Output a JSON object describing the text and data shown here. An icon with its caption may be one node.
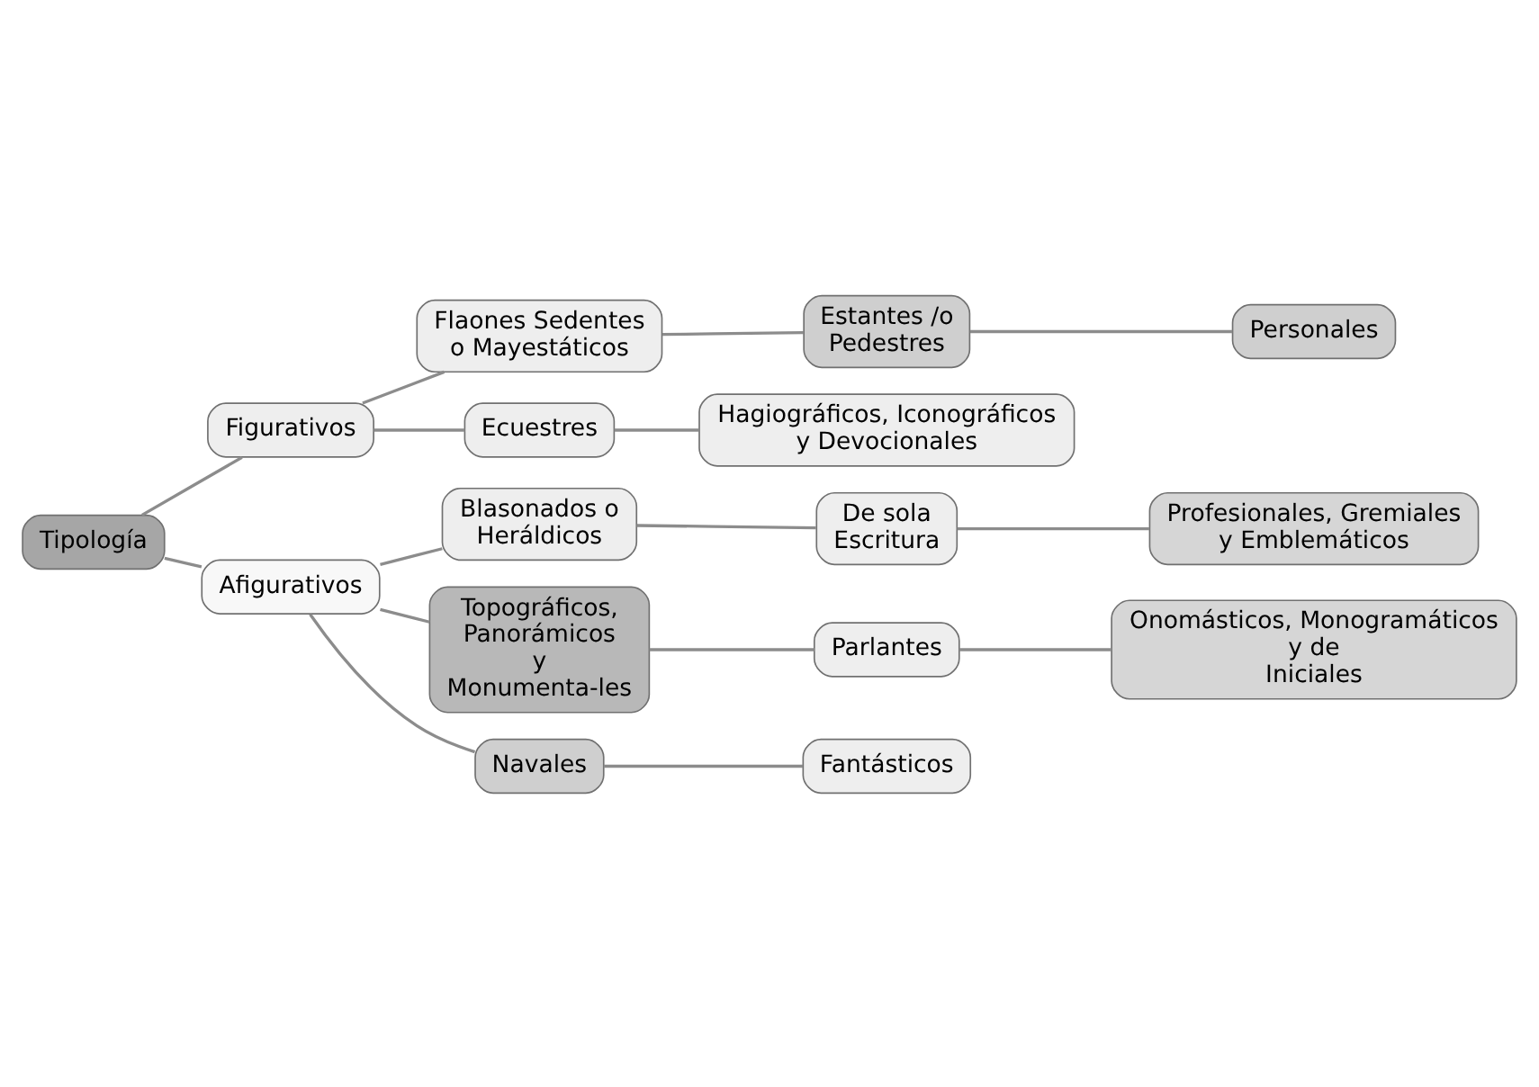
{
  "diagram": {
    "nodes": [
      {
        "text": [
          "Tipología"
        ]
      },
      {
        "text": [
          "Figurativos"
        ]
      },
      {
        "text": [
          "Flaones Sedentes o Mayestáticos"
        ]
      },
      {
        "text": [
          "Estantes /o Pedestres"
        ]
      },
      {
        "text": [
          "Personales"
        ]
      },
      {
        "text": [
          "Ecuestres"
        ]
      },
      {
        "text": [
          "Hagiográficos, Iconográficos y Devocionales"
        ]
      },
      {
        "text": [
          "Afigurativos"
        ]
      },
      {
        "text": [
          "Blasonados o Heráldicos"
        ]
      },
      {
        "text": [
          "De sola Escritura"
        ]
      },
      {
        "text": [
          "Profesionales, Gremiales y Emblemáticos"
        ]
      },
      {
        "text": [
          "Topográficos, Panorámicos y Monumenta-les"
        ]
      },
      {
        "text": [
          "Parlantes"
        ]
      },
      {
        "text": [
          "Onomásticos, Monogramáticos y de Iniciales"
        ]
      },
      {
        "text": [
          "Navales"
        ]
      },
      {
        "text": [
          "Fantásticos"
        ]
      }
    ],
    "edges": [
      {
        "from": 0,
        "to": 1,
        "arrow": "none"
      },
      {
        "from": 0,
        "to": 7,
        "arrow": "none"
      },
      {
        "from": 1,
        "to": 2,
        "arrow": "none"
      },
      {
        "from": 1,
        "to": 5,
        "arrow": "none"
      },
      {
        "from": 2,
        "to": 3,
        "arrow": "none"
      },
      {
        "from": 3,
        "to": 4,
        "arrow": "none"
      },
      {
        "from": 5,
        "to": 6,
        "arrow": "none"
      },
      {
        "from": 7,
        "to": 8,
        "arrow": "none"
      },
      {
        "from": 7,
        "to": 11,
        "arrow": "none"
      },
      {
        "from": 7,
        "to": 14,
        "arrow": "none"
      },
      {
        "from": 8,
        "to": 9,
        "arrow": "none"
      },
      {
        "from": 9,
        "to": 10,
        "arrow": "none"
      },
      {
        "from": 11,
        "to": 12,
        "arrow": "none"
      },
      {
        "from": 12,
        "to": 13,
        "arrow": "none"
      },
      {
        "from": 14,
        "to": 15,
        "arrow": "none"
      }
    ]
  }
}
